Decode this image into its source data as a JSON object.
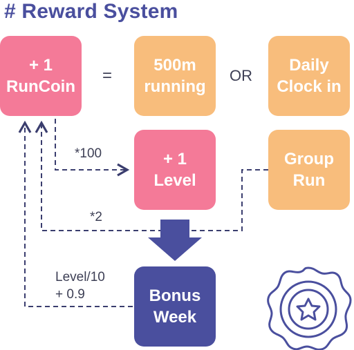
{
  "title": "# Reward System",
  "boxes": {
    "runcoin": "+ 1\nRunCoin",
    "run500m": "500m\nrunning",
    "daily": "Daily\nClock in",
    "level": "+ 1\nLevel",
    "group": "Group\nRun",
    "bonus": "Bonus\nWeek"
  },
  "operators": {
    "equals": "=",
    "or": "OR"
  },
  "labels": {
    "multiply_100": "*100",
    "multiply_2": "*2",
    "formula": "Level/10\n+ 0.9"
  },
  "colors": {
    "pink": "#f47a98",
    "peach": "#f8bd7c",
    "navy": "#4a4f9e",
    "icon_outline": "#4a4f9e"
  },
  "icons": {
    "flow_arrow": "down-arrow-icon",
    "badge": "star-badge-icon"
  }
}
